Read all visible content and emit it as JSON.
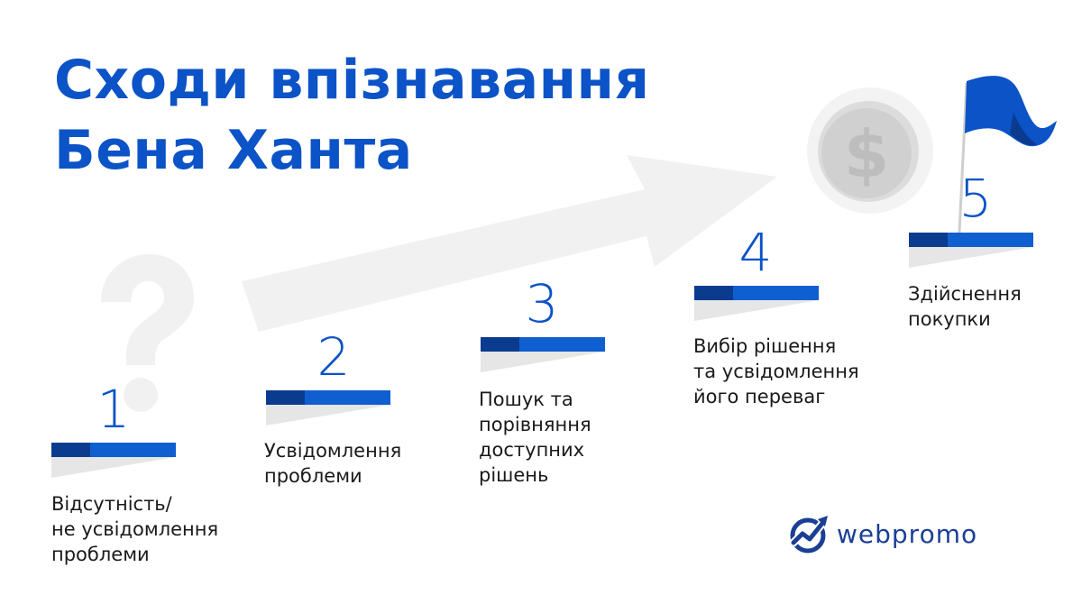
{
  "title": {
    "line1": "Сходи впізнавання",
    "line2": "Бена Ханта"
  },
  "steps": [
    {
      "number": "1",
      "lines": [
        "Відсутність/",
        "не усвідомлення",
        "проблеми"
      ]
    },
    {
      "number": "2",
      "lines": [
        "Усвідомлення",
        "проблеми"
      ]
    },
    {
      "number": "3",
      "lines": [
        "Пошук та",
        "порівняння",
        "доступних",
        "рішень"
      ]
    },
    {
      "number": "4",
      "lines": [
        "Вибір рішення",
        "та усвідомлення",
        "його переваг"
      ]
    },
    {
      "number": "5",
      "lines": [
        "Здійснення",
        "покупки"
      ]
    }
  ],
  "logo": {
    "text": "webpromo"
  },
  "icons": [
    "question-mark-icon",
    "arrow-icon",
    "dollar-coin-icon",
    "flag-icon",
    "webpromo-logo-icon"
  ],
  "colors": {
    "brand_blue": "#0b53c7",
    "bar_blue": "#0f5fd0",
    "bar_dark": "#0a3b8f",
    "gray_art": "#f0f0f0"
  }
}
